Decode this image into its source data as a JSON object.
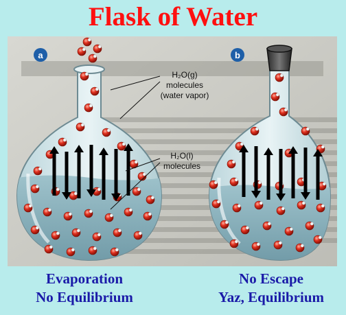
{
  "title": "Flask of Water",
  "figure": {
    "panel_a_badge": "a",
    "panel_b_badge": "b",
    "gas_label_line1": "H₂O(g)",
    "gas_label_line2": "molecules",
    "gas_label_line3": "(water vapor)",
    "liquid_label_line1": "H₂O(l)",
    "liquid_label_line2": "molecules"
  },
  "captions": {
    "left_line1": "Evaporation",
    "left_line2": "No Equilibrium",
    "right_line1": "No Escape",
    "right_line2": "Yaz, Equilibrium"
  },
  "colors": {
    "title": "#ff1010",
    "caption": "#1a1aa8",
    "background": "#b8ecec",
    "water": "#8ab4bf",
    "molecule": "#e0301e"
  }
}
